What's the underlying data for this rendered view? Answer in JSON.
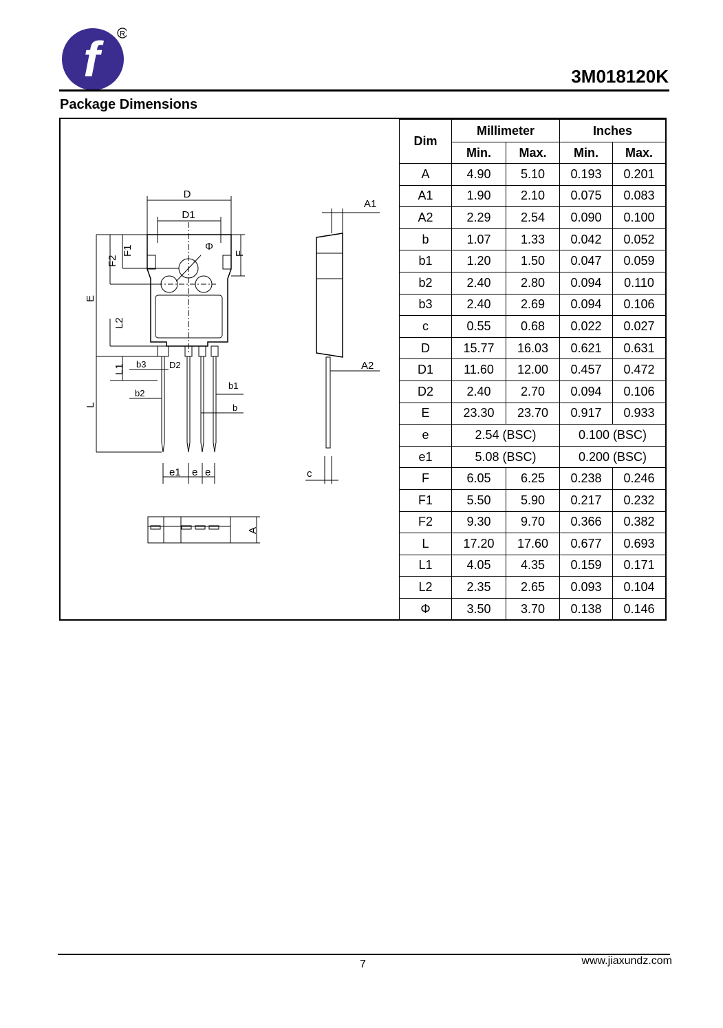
{
  "header": {
    "logo_mark": "f",
    "registered_mark": "R",
    "part_number": "3M018120K"
  },
  "section_title": "Package Dimensions",
  "drawing_labels": {
    "D": "D",
    "D1": "D1",
    "F1": "F1",
    "F2": "F2",
    "F": "F",
    "E": "E",
    "L2": "L2",
    "L1": "L1",
    "L": "L",
    "b3": "b3",
    "b2": "b2",
    "D2": "D2",
    "b1": "b1",
    "b": "b",
    "e1": "e1",
    "e_left": "e",
    "e_right": "e",
    "phi": "Φ",
    "A1": "A1",
    "A2": "A2",
    "c": "c",
    "A": "A"
  },
  "table": {
    "dim_header": "Dim",
    "mm_header": "Millimeter",
    "in_header": "Inches",
    "min_label": "Min.",
    "max_label": "Max.",
    "rows": [
      {
        "dim": "A",
        "mm_min": "4.90",
        "mm_max": "5.10",
        "in_min": "0.193",
        "in_max": "0.201"
      },
      {
        "dim": "A1",
        "mm_min": "1.90",
        "mm_max": "2.10",
        "in_min": "0.075",
        "in_max": "0.083"
      },
      {
        "dim": "A2",
        "mm_min": "2.29",
        "mm_max": "2.54",
        "in_min": "0.090",
        "in_max": "0.100"
      },
      {
        "dim": "b",
        "mm_min": "1.07",
        "mm_max": "1.33",
        "in_min": "0.042",
        "in_max": "0.052"
      },
      {
        "dim": "b1",
        "mm_min": "1.20",
        "mm_max": "1.50",
        "in_min": "0.047",
        "in_max": "0.059"
      },
      {
        "dim": "b2",
        "mm_min": "2.40",
        "mm_max": "2.80",
        "in_min": "0.094",
        "in_max": "0.110"
      },
      {
        "dim": "b3",
        "mm_min": "2.40",
        "mm_max": "2.69",
        "in_min": "0.094",
        "in_max": "0.106"
      },
      {
        "dim": "c",
        "mm_min": "0.55",
        "mm_max": "0.68",
        "in_min": "0.022",
        "in_max": "0.027"
      },
      {
        "dim": "D",
        "mm_min": "15.77",
        "mm_max": "16.03",
        "in_min": "0.621",
        "in_max": "0.631"
      },
      {
        "dim": "D1",
        "mm_min": "11.60",
        "mm_max": "12.00",
        "in_min": "0.457",
        "in_max": "0.472"
      },
      {
        "dim": "D2",
        "mm_min": "2.40",
        "mm_max": "2.70",
        "in_min": "0.094",
        "in_max": "0.106"
      },
      {
        "dim": "E",
        "mm_min": "23.30",
        "mm_max": "23.70",
        "in_min": "0.917",
        "in_max": "0.933"
      },
      {
        "dim": "e",
        "mm_span": "2.54 (BSC)",
        "in_span": "0.100 (BSC)"
      },
      {
        "dim": "e1",
        "mm_span": "5.08 (BSC)",
        "in_span": "0.200 (BSC)"
      },
      {
        "dim": "F",
        "mm_min": "6.05",
        "mm_max": "6.25",
        "in_min": "0.238",
        "in_max": "0.246"
      },
      {
        "dim": "F1",
        "mm_min": "5.50",
        "mm_max": "5.90",
        "in_min": "0.217",
        "in_max": "0.232"
      },
      {
        "dim": "F2",
        "mm_min": "9.30",
        "mm_max": "9.70",
        "in_min": "0.366",
        "in_max": "0.382"
      },
      {
        "dim": "L",
        "mm_min": "17.20",
        "mm_max": "17.60",
        "in_min": "0.677",
        "in_max": "0.693"
      },
      {
        "dim": "L1",
        "mm_min": "4.05",
        "mm_max": "4.35",
        "in_min": "0.159",
        "in_max": "0.171"
      },
      {
        "dim": "L2",
        "mm_min": "2.35",
        "mm_max": "2.65",
        "in_min": "0.093",
        "in_max": "0.104"
      },
      {
        "dim": "Φ",
        "mm_min": "3.50",
        "mm_max": "3.70",
        "in_min": "0.138",
        "in_max": "0.146"
      }
    ]
  },
  "footer": {
    "page_number": "7",
    "website": "www.jiaxundz.com"
  }
}
